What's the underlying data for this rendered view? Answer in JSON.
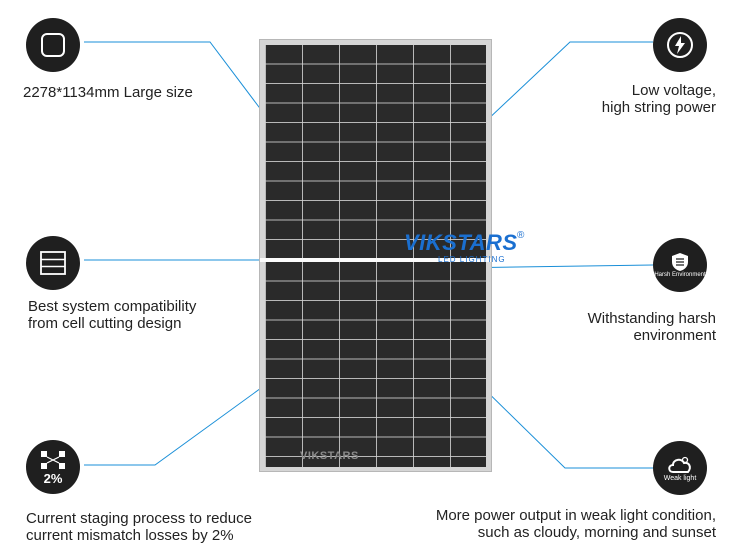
{
  "brand": {
    "name": "VIKSTARS",
    "subtitle": "LED LIGHTING",
    "registered": "®",
    "panel_logo": "VIKSTARS"
  },
  "features": [
    {
      "id": "large-size",
      "text_lines": [
        "2278*1134mm Large size"
      ],
      "icon": "rounded-square-icon"
    },
    {
      "id": "cell-cutting",
      "text_lines": [
        "Best system compatibility",
        "from cell cutting design"
      ],
      "icon": "cut-cells-icon"
    },
    {
      "id": "mismatch",
      "text_lines": [
        "Current staging process to reduce",
        "current mismatch losses by 2%"
      ],
      "icon": "mismatch-icon",
      "badge": "2%"
    },
    {
      "id": "low-voltage",
      "text_lines": [
        "Low voltage,",
        "high string  power"
      ],
      "icon": "lightning-icon"
    },
    {
      "id": "harsh",
      "text_lines": [
        "Withstanding harsh",
        "environment"
      ],
      "icon": "shield-icon",
      "badge": "Harsh Environment"
    },
    {
      "id": "weak-light",
      "text_lines": [
        "More power output in weak light condition,",
        "such as cloudy, morning and sunset"
      ],
      "icon": "cloud-icon",
      "badge": "Weak light"
    }
  ],
  "colors": {
    "accent": "#1a8fd8",
    "icon_bg": "#1f1f1f",
    "panel_frame": "#d5d5d5",
    "cell": "#2a2a2a"
  }
}
